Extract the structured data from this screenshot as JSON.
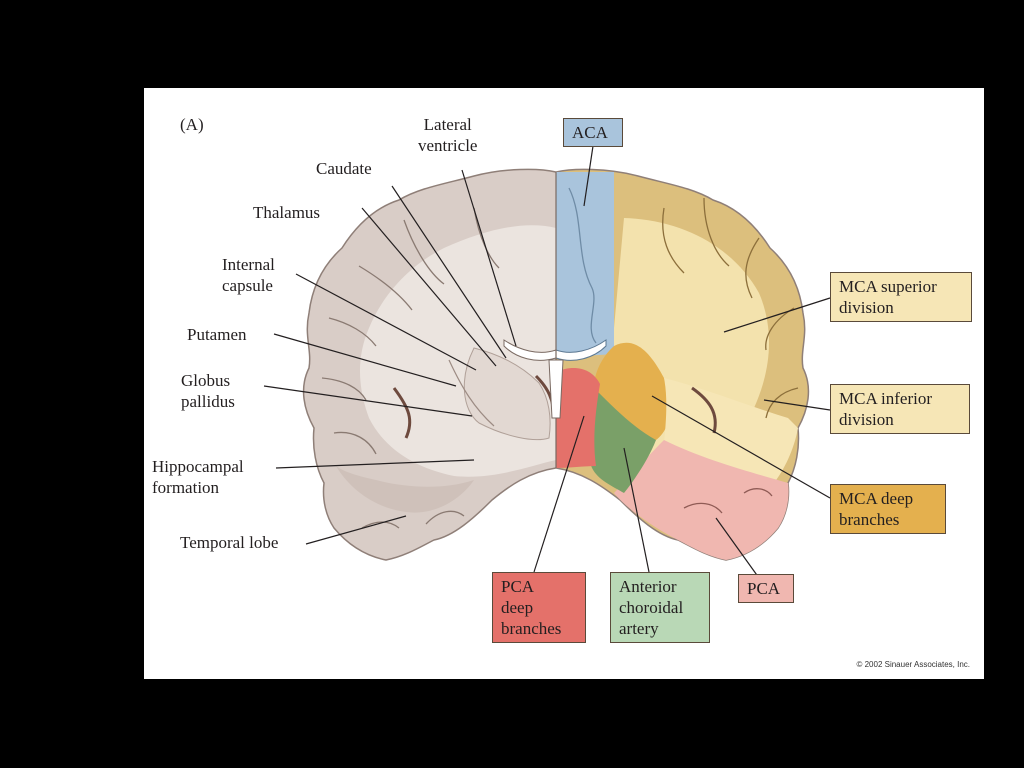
{
  "panel_label": "(A)",
  "left_labels": {
    "lateral_ventricle": [
      "Lateral",
      "ventricle"
    ],
    "caudate": "Caudate",
    "thalamus": "Thalamus",
    "internal_capsule": [
      "Internal",
      "capsule"
    ],
    "putamen": "Putamen",
    "globus_pallidus": [
      "Globus",
      "pallidus"
    ],
    "hippocampal_formation": [
      "Hippocampal",
      "formation"
    ],
    "temporal_lobe": "Temporal lobe"
  },
  "territories": {
    "aca": {
      "lines": [
        "ACA"
      ],
      "color": "#a9c4dc"
    },
    "mca_superior": {
      "lines": [
        "MCA superior",
        "division"
      ],
      "color": "#f6e6b6"
    },
    "mca_inferior": {
      "lines": [
        "MCA inferior",
        "division"
      ],
      "color": "#f6e6b6"
    },
    "mca_deep": {
      "lines": [
        "MCA deep",
        "branches"
      ],
      "color": "#e4b04e"
    },
    "pca_deep": {
      "lines": [
        "PCA",
        "deep",
        "branches"
      ],
      "color": "#e4716a"
    },
    "anterior_choroidal": {
      "lines": [
        "Anterior",
        "choroidal",
        "artery"
      ],
      "color": "#b9d8b6"
    },
    "pca": {
      "lines": [
        "PCA"
      ],
      "color": "#f0b7b0"
    }
  },
  "copyright": "© 2002 Sinauer Associates, Inc."
}
